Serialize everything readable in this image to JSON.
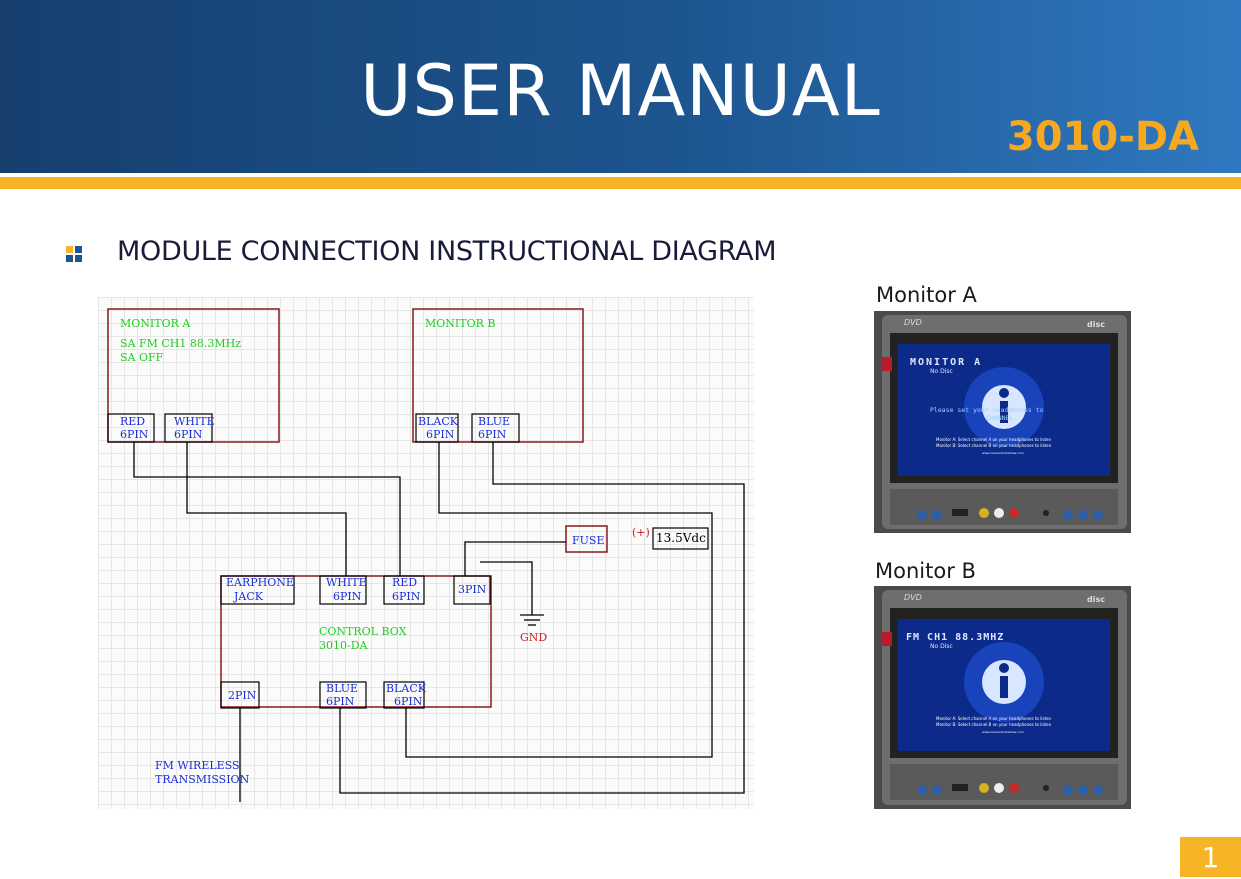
{
  "header": {
    "title": "USER MANUAL",
    "model": "3010-DA"
  },
  "section": {
    "title": "MODULE CONNECTION INSTRUCTIONAL DIAGRAM"
  },
  "diagram": {
    "monitor_a": {
      "title": "MONITOR A",
      "line1": "SA FM CH1 88.3MHz",
      "line2": "SA OFF",
      "red_1": "RED",
      "red_2": "6PIN",
      "white_1": "WHITE",
      "white_2": "6PIN"
    },
    "monitor_b": {
      "title": "MONITOR B",
      "black_1": "BLACK",
      "black_2": "6PIN",
      "blue_1": "BLUE",
      "blue_2": "6PIN"
    },
    "control_box": {
      "title": "CONTROL BOX",
      "model": "3010-DA",
      "earphone_1": "EARPHONE",
      "earphone_2": "JACK",
      "white_1": "WHITE",
      "white_2": "6PIN",
      "red_1": "RED",
      "red_2": "6PIN",
      "pin3": "3PIN",
      "pin2": "2PIN",
      "blue_1": "BLUE",
      "blue_2": "6PIN",
      "black_1": "BLACK",
      "black_2": "6PIN"
    },
    "fuse": "FUSE",
    "plus": "(+)",
    "voltage": "13.5Vdc",
    "gnd": "GND",
    "fm_1": "FM WIRELESS",
    "fm_2": "TRANSMISSION"
  },
  "photos": {
    "a": {
      "label": "Monitor A",
      "screen_title": "MONITOR A",
      "screen_sub": "No Disc",
      "screen_msg1": "Please set your headphones to",
      "screen_msg2": "CHANNEL",
      "footer1": "Monitor A: Select channel A on your headphones to listen",
      "footer2": "Monitor B: Select channel B on your headphones to listen",
      "url": "www.invisionindustries.com",
      "brand": "DVD",
      "disc": "disc"
    },
    "b": {
      "label": "Monitor B",
      "screen_title": "FM CH1 88.3MHZ",
      "screen_sub": "No Disc",
      "footer1": "Monitor A: Select channel A on your headphones to listen",
      "footer2": "Monitor B: Select channel B on your headphones to listen",
      "url": "www.invisionindustries.com",
      "brand": "DVD",
      "disc": "disc"
    }
  },
  "page": {
    "number": "1"
  },
  "colors": {
    "header_dark": "#163f6e",
    "header_light": "#2f79c0",
    "accent": "#f7b425",
    "model_text": "#f6a821",
    "box_border": "#8b1a1a",
    "green_text": "#22cc22",
    "blue_text": "#1a2fd6",
    "red_text": "#cc2222"
  }
}
